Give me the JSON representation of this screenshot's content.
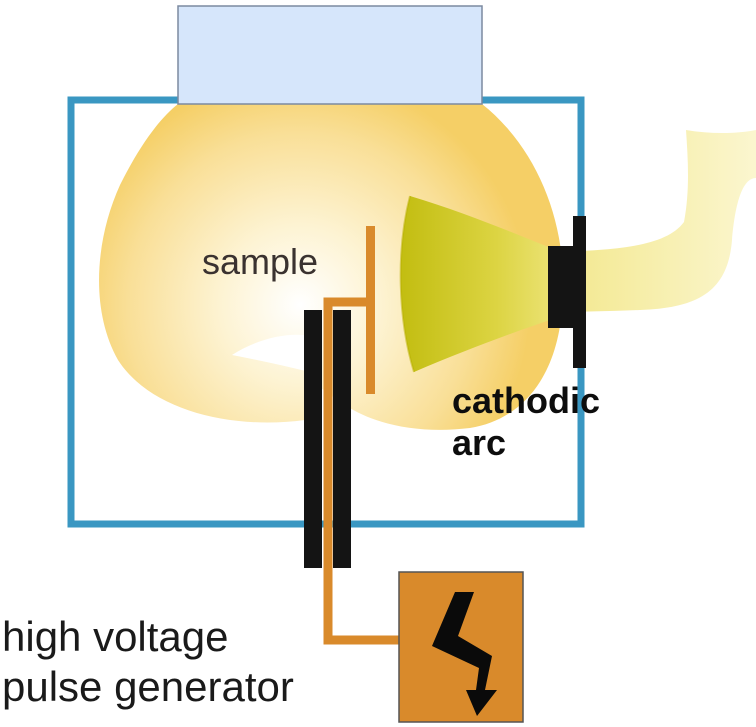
{
  "labels": {
    "sample": "sample",
    "cathodic_arc_line1": "cathodic",
    "cathodic_arc_line2": "arc",
    "generator_line1": "high voltage",
    "generator_line2": "pulse generator"
  },
  "colors": {
    "chamber_border": "#3a97c2",
    "window_fill": "#d6e6fb",
    "window_border": "#7c8aa0",
    "plasma_inner": "#fffdf2",
    "plasma_outer": "#f6d36e",
    "arc_plume_dark": "#c8c212",
    "arc_plume_light": "#ece46a",
    "beam_stream": "#f9f1b8",
    "conductor_orange": "#d98a2b",
    "electrode_black": "#141414",
    "generator_fill": "#d98a2b",
    "generator_border": "#555555",
    "lightning_black": "#0a0a0a"
  },
  "icons": {
    "generator_symbol": "lightning-bolt-icon"
  }
}
